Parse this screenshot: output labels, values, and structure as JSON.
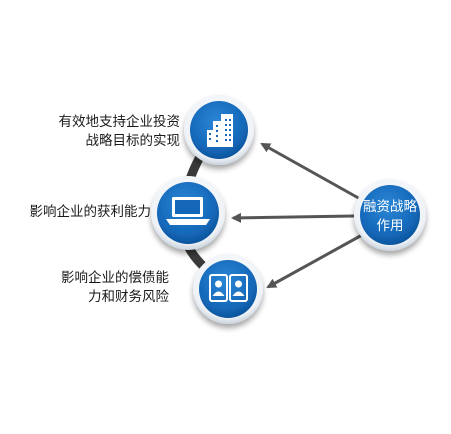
{
  "diagram": {
    "source": {
      "lines": [
        "融资战略",
        "作用"
      ]
    },
    "items": [
      {
        "icon": "building-icon",
        "lines": [
          "有效地支持企业投资",
          "战略目标的实现"
        ]
      },
      {
        "icon": "laptop-icon",
        "lines": [
          "影响企业的获利能力"
        ]
      },
      {
        "icon": "id-cards-icon",
        "lines": [
          "影响企业的偿债能",
          "力和财务风险"
        ]
      }
    ],
    "colors": {
      "circle_fill": "#1467b8",
      "circle_border": "#e9eef4",
      "arrow": "#555555",
      "connector": "#3a3a3a",
      "text": "#1a1a1a"
    }
  }
}
